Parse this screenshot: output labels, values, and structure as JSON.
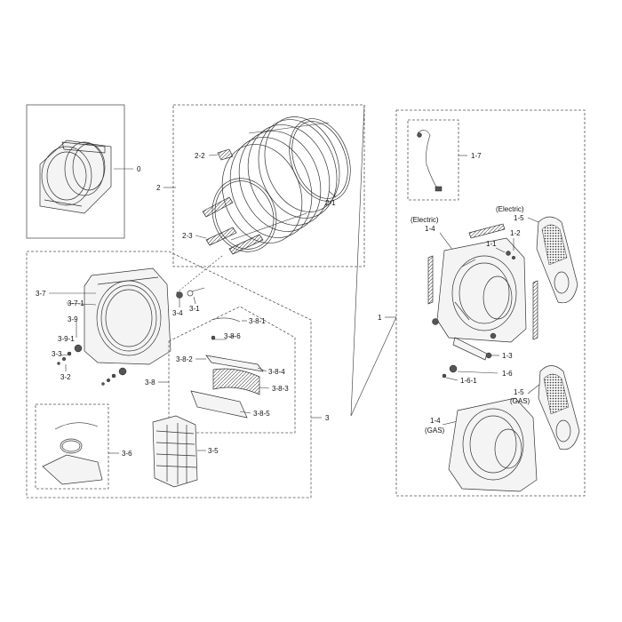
{
  "labels": {
    "l0": "0",
    "l2": "2",
    "l2_1": "2-1",
    "l2_2": "2-2",
    "l2_3": "2-3",
    "l3": "3",
    "l3_1": "3-1",
    "l3_2": "3-2",
    "l3_3": "3-3",
    "l3_4": "3-4",
    "l3_5": "3-5",
    "l3_6": "3-6",
    "l3_7": "3-7",
    "l3_7_1": "3-7-1",
    "l3_8": "3-8",
    "l3_8_1": "3-8-1",
    "l3_8_2": "3-8-2",
    "l3_8_3": "3-8-3",
    "l3_8_4": "3-8-4",
    "l3_8_5": "3-8-5",
    "l3_8_6": "3-8-6",
    "l3_9": "3-9",
    "l3_9_1": "3-9-1",
    "l1": "1",
    "l1_1": "1-1",
    "l1_2": "1-2",
    "l1_3": "1-3",
    "l1_4e": "1-4",
    "l1_4g": "1-4",
    "l1_5e": "1-5",
    "l1_5g": "1-5",
    "l1_6": "1-6",
    "l1_6_1": "1-6-1",
    "l1_7": "1-7",
    "electric_a": "(Electric)",
    "electric_b": "(Electric)",
    "gas_a": "(GAS)",
    "gas_b": "(GAS)"
  }
}
